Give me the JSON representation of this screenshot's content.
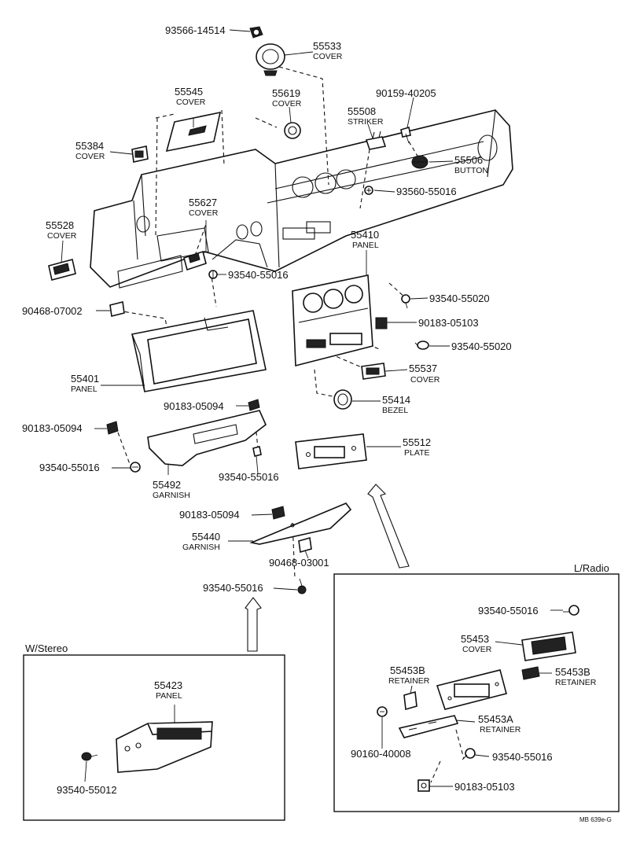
{
  "parts": {
    "p93566_14514": {
      "number": "93566-14514"
    },
    "p55533": {
      "number": "55533",
      "name": "COVER"
    },
    "p55545": {
      "number": "55545",
      "name": "COVER"
    },
    "p55619": {
      "number": "55619",
      "name": "COVER"
    },
    "p55508": {
      "number": "55508",
      "name": "STRIKER"
    },
    "p90159_40205": {
      "number": "90159-40205"
    },
    "p55384": {
      "number": "55384",
      "name": "COVER"
    },
    "p55506": {
      "number": "55506",
      "name": "BUTTON"
    },
    "p93560_55016": {
      "number": "93560-55016"
    },
    "p55627": {
      "number": "55627",
      "name": "COVER"
    },
    "p55528": {
      "number": "55528",
      "name": "COVER"
    },
    "p55410": {
      "number": "55410",
      "name": "PANEL"
    },
    "p93540_55016_a": {
      "number": "93540-55016"
    },
    "p93540_55020_a": {
      "number": "93540-55020"
    },
    "p90468_07002": {
      "number": "90468-07002"
    },
    "p90183_05103_a": {
      "number": "90183-05103"
    },
    "p93540_55020_b": {
      "number": "93540-55020"
    },
    "p55401": {
      "number": "55401",
      "name": "PANEL"
    },
    "p55537": {
      "number": "55537",
      "name": "COVER"
    },
    "p55414": {
      "number": "55414",
      "name": "BEZEL"
    },
    "p90183_05094_a": {
      "number": "90183-05094"
    },
    "p90183_05094_b": {
      "number": "90183-05094"
    },
    "p55512": {
      "number": "55512",
      "name": "PLATE"
    },
    "p93540_55016_b": {
      "number": "93540-55016"
    },
    "p55492": {
      "number": "55492",
      "name": "GARNISH"
    },
    "p93540_55016_c": {
      "number": "93540-55016"
    },
    "p90183_05094_c": {
      "number": "90183-05094"
    },
    "p55440": {
      "number": "55440",
      "name": "GARNISH"
    },
    "p90468_03001": {
      "number": "90468-03001"
    },
    "p93540_55016_d": {
      "number": "93540-55016"
    },
    "p55423": {
      "number": "55423",
      "name": "PANEL"
    },
    "p93540_55012": {
      "number": "93540-55012"
    },
    "p93540_55016_e": {
      "number": "93540-55016"
    },
    "p55453": {
      "number": "55453",
      "name": "COVER"
    },
    "p55453B_a": {
      "number": "55453B",
      "name": "RETAINER"
    },
    "p55453B_b": {
      "number": "55453B",
      "name": "RETAINER"
    },
    "p55453A": {
      "number": "55453A",
      "name": "RETAINER"
    },
    "p90160_40008": {
      "number": "90160-40008"
    },
    "p93540_55016_f": {
      "number": "93540-55016"
    },
    "p90183_05103_b": {
      "number": "90183-05103"
    }
  },
  "insets": {
    "stereo": {
      "title": "W/Stereo"
    },
    "radio": {
      "title": "L/Radio"
    }
  },
  "reference_code": "MB 639e-G"
}
